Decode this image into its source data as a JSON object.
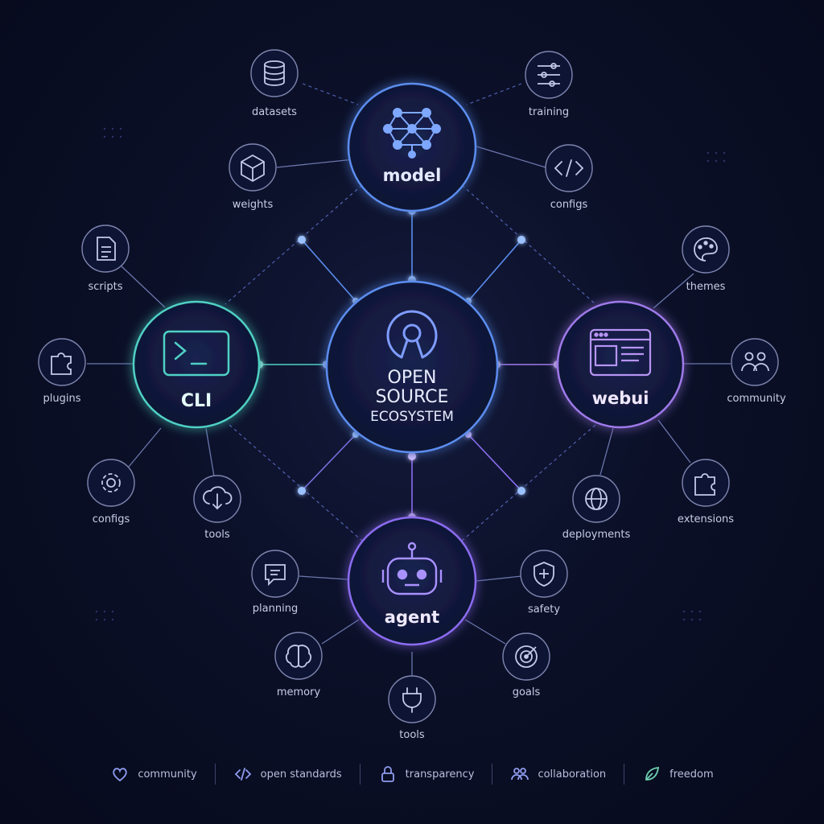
{
  "core": {
    "line1": "OPEN",
    "line2": "SOURCE",
    "line3": "ECOSYSTEM",
    "icon": "open-source-icon"
  },
  "hubs": {
    "model": {
      "label": "model",
      "icon": "network-graph-icon",
      "color": "#5b8def"
    },
    "cli": {
      "label": "CLI",
      "icon": "terminal-icon",
      "color": "#4fd1c5"
    },
    "webui": {
      "label": "webui",
      "icon": "browser-window-icon",
      "color": "#9f7aea"
    },
    "agent": {
      "label": "agent",
      "icon": "robot-icon",
      "color": "#8b6cf0"
    }
  },
  "satellites": {
    "datasets": "datasets",
    "training": "training",
    "weights": "weights",
    "model_configs": "configs",
    "scripts": "scripts",
    "plugins": "plugins",
    "cli_configs": "configs",
    "cli_tools": "tools",
    "themes": "themes",
    "community": "community",
    "deployments": "deployments",
    "extensions": "extensions",
    "planning": "planning",
    "safety": "safety",
    "memory": "memory",
    "goals": "goals",
    "agent_tools": "tools"
  },
  "footer": [
    {
      "label": "community",
      "icon": "heart-icon"
    },
    {
      "label": "open standards",
      "icon": "code-icon"
    },
    {
      "label": "transparency",
      "icon": "lock-icon"
    },
    {
      "label": "collaboration",
      "icon": "people-icon"
    },
    {
      "label": "freedom",
      "icon": "leaf-icon"
    }
  ],
  "colors": {
    "background": "#0b1028",
    "satellite_stroke": "#7e86b0",
    "accent_blue": "#5b8def",
    "accent_teal": "#4fd1c5",
    "accent_purple": "#9f7aea"
  }
}
